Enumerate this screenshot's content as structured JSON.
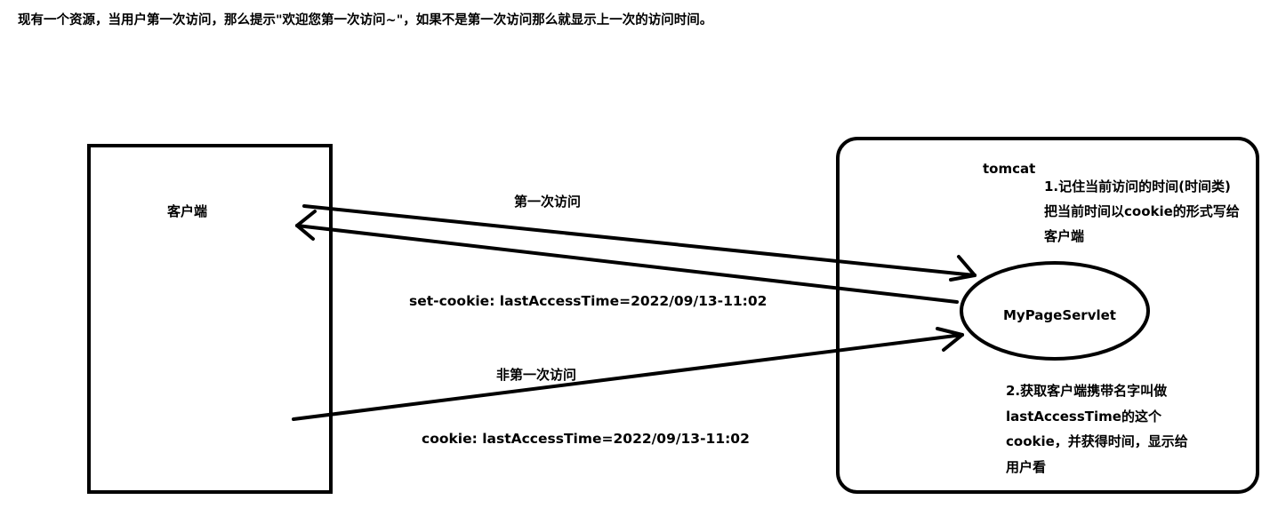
{
  "header": {
    "description": "现有一个资源，当用户第一次访问，那么提示\"欢迎您第一次访问~\"，如果不是第一次访问那么就显示上一次的访问时间。"
  },
  "client": {
    "label": "客户端"
  },
  "server": {
    "label": "tomcat",
    "servlet_label": "MyPageServlet",
    "step1": [
      "1.记住当前访问的时间(时间类)",
      "把当前时间以cookie的形式写给",
      "客户端"
    ],
    "step2": [
      "2.获取客户端携带名字叫做",
      "lastAccessTime的这个",
      "cookie，并获得时间，显示给",
      "用户看"
    ]
  },
  "arrows": {
    "first_visit_label": "第一次访问",
    "set_cookie_label": "set-cookie: lastAccessTime=2022/09/13-11:02",
    "repeat_visit_label": "非第一次访问",
    "cookie_label": "cookie:  lastAccessTime=2022/09/13-11:02"
  }
}
